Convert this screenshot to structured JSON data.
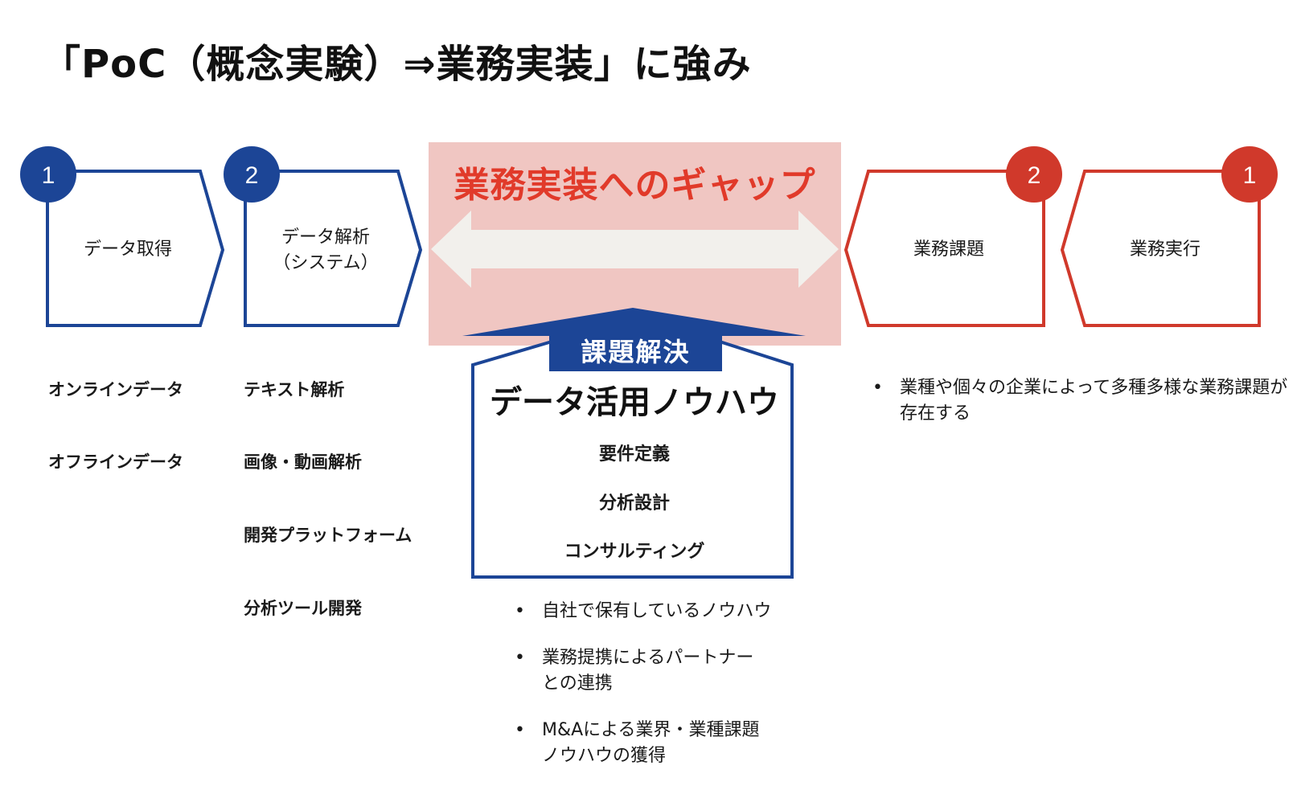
{
  "title": "「PoC（概念実験）⇒業務実装」に強み",
  "gap": {
    "title": "業務実装へのギャップ"
  },
  "left_stages": [
    {
      "number": "1",
      "label": "データ取得"
    },
    {
      "number": "2",
      "label": "データ解析\n（システム）"
    }
  ],
  "right_stages": [
    {
      "number": "2",
      "label": "業務課題"
    },
    {
      "number": "1",
      "label": "業務実行"
    }
  ],
  "stage1_items": [
    "オンラインデータ",
    "オフラインデータ"
  ],
  "stage2_items": [
    "テキスト解析",
    "画像・動画解析",
    "開発プラットフォーム",
    "分析ツール開発"
  ],
  "solution": {
    "label": "課題解決",
    "title": "データ活用ノウハウ",
    "items": [
      "要件定義",
      "分析設計",
      "コンサルティング"
    ],
    "bullets": [
      "自社で保有しているノウハウ",
      "業務提携によるパートナー\nとの連携",
      "M&Aによる業界・業種課題\nノウハウの獲得"
    ]
  },
  "right_bullets": [
    "業種や個々の企業によって多種多様な業務課題が存在する"
  ],
  "colors": {
    "blue": "#1c4596",
    "red": "#d0392b",
    "gap_band": "#f0c6c2",
    "gap_title": "#e13a2a",
    "arrow_fill": "#f2f0ec"
  }
}
